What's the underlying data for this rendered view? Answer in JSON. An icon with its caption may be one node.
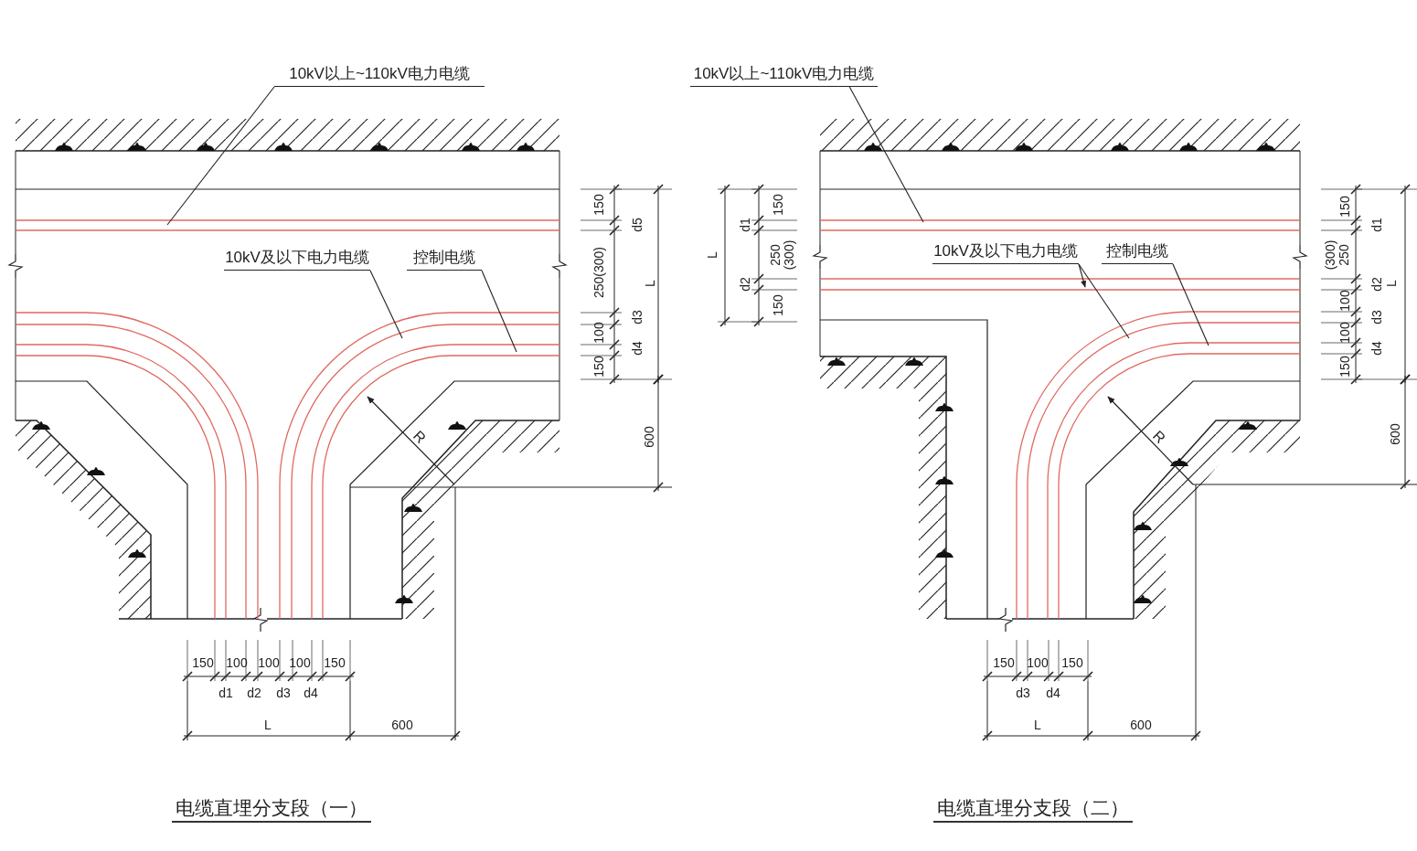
{
  "diagram": {
    "nodes": [
      {
        "text": [
          "10kV以上~110kV电力电缆"
        ]
      },
      {
        "text": [
          "10kV及以下电力电缆"
        ]
      },
      {
        "text": [
          "控制电缆"
        ]
      },
      {
        "text": [
          "10kV以上~110kV电力电缆"
        ]
      },
      {
        "text": [
          "10kV及以下电力电缆"
        ]
      },
      {
        "text": [
          "控制电缆"
        ]
      }
    ],
    "edges": [
      {
        "from": 0,
        "to": null,
        "arrow": "none"
      },
      {
        "from": 1,
        "to": null,
        "arrow": "none"
      },
      {
        "from": 2,
        "to": null,
        "arrow": "none"
      },
      {
        "from": 3,
        "to": null,
        "arrow": "none"
      },
      {
        "from": 4,
        "to": null,
        "arrow": "to"
      },
      {
        "from": 4,
        "to": null,
        "arrow": "none"
      },
      {
        "from": 5,
        "to": null,
        "arrow": "none"
      }
    ],
    "labels": [
      "150",
      "d5",
      "250(300)",
      "d3",
      "100",
      "d4",
      "150",
      "L",
      "600",
      "R",
      "150",
      "100",
      "100",
      "100",
      "150",
      "d1",
      "d2",
      "d3",
      "d4",
      "L",
      "600",
      "电缆直埋分支段（一）",
      "L",
      "d1",
      "150",
      "250 (300)",
      "d2",
      "150",
      "150",
      "d1",
      "(300) 250",
      "d2",
      "100",
      "d3",
      "100",
      "d4",
      "150",
      "L",
      "600",
      "R",
      "150",
      "100",
      "150",
      "d3",
      "d4",
      "L",
      "600",
      "电缆直埋分支段（二）"
    ]
  }
}
